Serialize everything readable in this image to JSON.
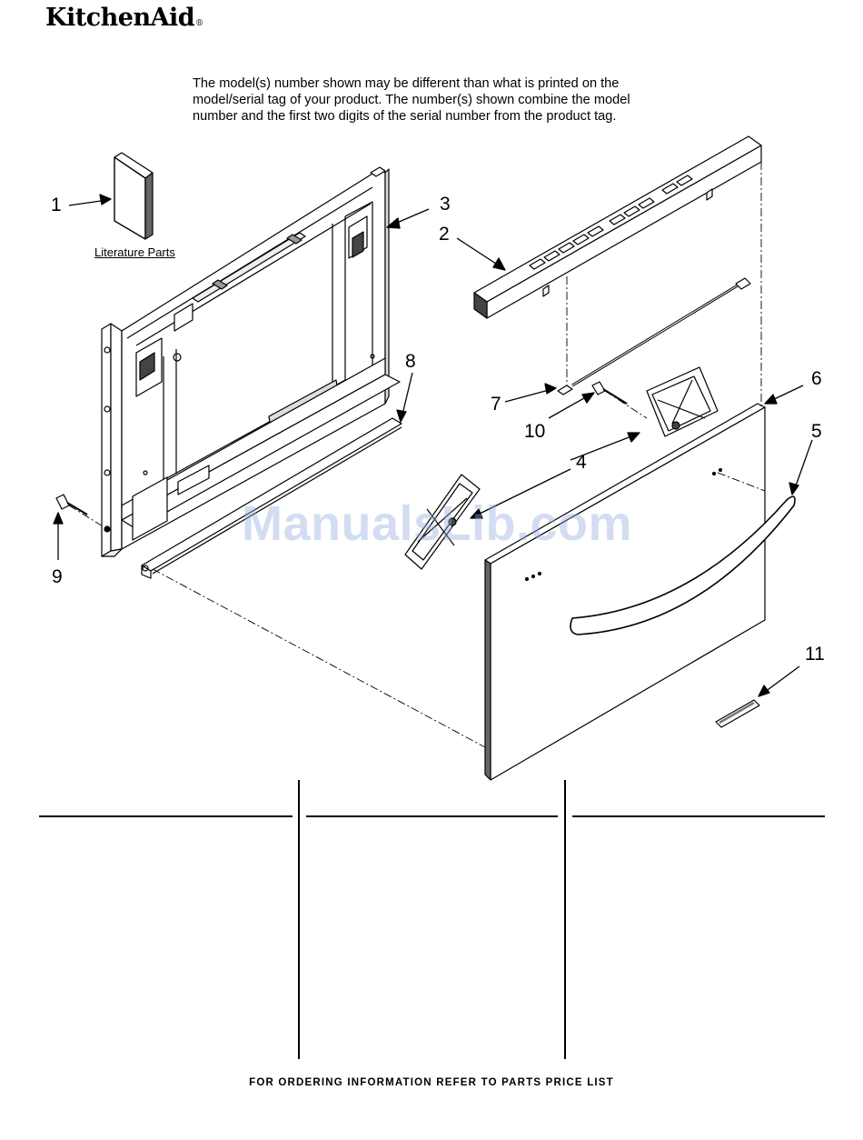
{
  "brand": {
    "name": "KitchenAid",
    "mark": "®"
  },
  "note_lines": [
    "The model(s) number shown may be different than what is printed on the",
    "model/serial tag of your product. The number(s) shown combine the model",
    "number and the first two digits of the serial number from the product tag."
  ],
  "literature_label": "Literature Parts",
  "callouts": [
    "1",
    "2",
    "3",
    "4",
    "5",
    "6",
    "7",
    "8",
    "9",
    "10",
    "11"
  ],
  "watermark": "ManualsLib.com",
  "footer": "FOR ORDERING INFORMATION REFER TO PARTS PRICE LIST",
  "colors": {
    "line": "#000000",
    "watermark": "#9fb4e0"
  }
}
